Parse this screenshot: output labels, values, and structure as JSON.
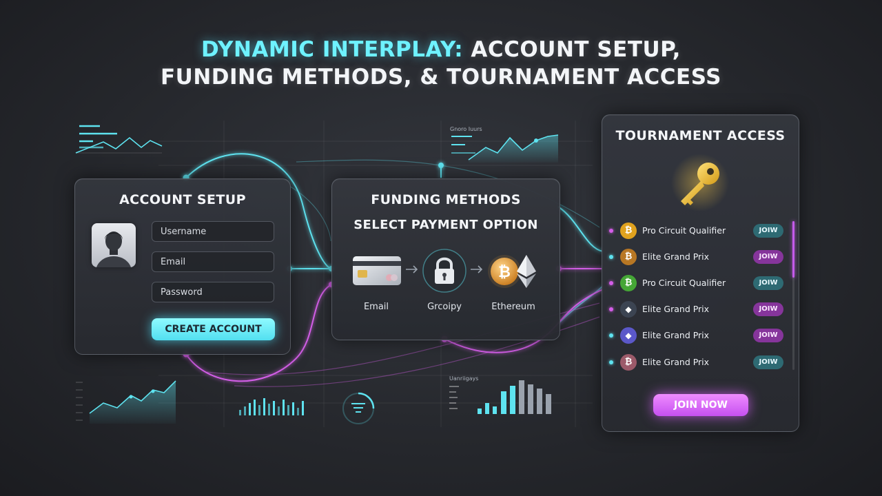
{
  "title": {
    "line1_accent": "DYNAMIC INTERPLAY:",
    "line1_rest": " ACCOUNT SETUP,",
    "line2": "FUNDING METHODS, & TOURNAMENT ACCESS"
  },
  "account": {
    "title": "ACCOUNT SETUP",
    "username_placeholder": "Username",
    "email_placeholder": "Email",
    "password_placeholder": "Password",
    "create_label": "CREATE ACCOUNT"
  },
  "funding": {
    "title": "FUNDING METHODS",
    "subtitle": "SELECT PAYMENT OPTION",
    "options": [
      {
        "label": "Email",
        "icon": "credit-card-icon"
      },
      {
        "label": "Grcoipy",
        "icon": "padlock-icon"
      },
      {
        "label": "Ethereum",
        "icon": "bitcoin-ethereum-icon"
      }
    ]
  },
  "tournament": {
    "title": "TOURNAMENT ACCESS",
    "icon": "golden-key-icon",
    "items": [
      {
        "name": "Pro Circuit Qualifier",
        "join": "JOIW",
        "coin": "₿",
        "coin_color": "#e0a21e",
        "dot_color": "#d45ee8",
        "pill": "teal"
      },
      {
        "name": "Elite Grand Prix",
        "join": "JOIW",
        "coin": "₿",
        "coin_color": "#b87724",
        "dot_color": "#5ee3f0",
        "pill": "purple"
      },
      {
        "name": "Pro Circuit Qualifier",
        "join": "JOIW",
        "coin": "₿",
        "coin_color": "#45a636",
        "dot_color": "#d45ee8",
        "pill": "teal"
      },
      {
        "name": "Elite Grand Prix",
        "join": "JOIW",
        "coin": "◆",
        "coin_color": "#3c4452",
        "dot_color": "#d45ee8",
        "pill": "purple"
      },
      {
        "name": "Elite Grand Prix",
        "join": "JOIW",
        "coin": "◆",
        "coin_color": "#5b58c9",
        "dot_color": "#5ee3f0",
        "pill": "purple"
      },
      {
        "name": "Elite Grand Prix",
        "join": "JOIW",
        "coin": "₿",
        "coin_color": "#9c5a6a",
        "dot_color": "#5ee3f0",
        "pill": "teal"
      }
    ],
    "join_now_label": "JOIN NOW"
  },
  "decor": {
    "chart_label_top": "Gnoro Iuurs",
    "chart_label_bottom": "Uanriigays"
  },
  "colors": {
    "cyan": "#5ee3f0",
    "magenta": "#d45ee8",
    "background": "#26282d"
  }
}
